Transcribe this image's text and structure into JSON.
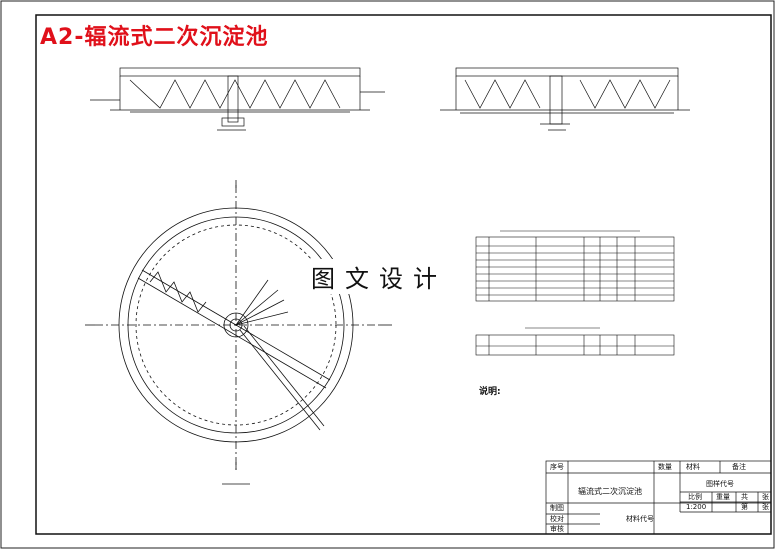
{
  "drawing_title": "A2-辐流式二次沉淀池",
  "watermark": "图文设计",
  "notes_title": "说明:",
  "title_block": {
    "seq_label": "序号",
    "qty_label": "数量",
    "material_label": "材料",
    "remark_label": "备注",
    "drawing_code_label": "图样代号",
    "drawing_name": "辐流式二次沉淀池",
    "scale_label": "比例",
    "weight_label": "重量",
    "sheets_label": "共",
    "sheet_unit": "张",
    "scale_value": "1:200",
    "sheet_no_label": "第",
    "sheet_no_unit": "张",
    "drawn_label": "制图",
    "checked_label": "校对",
    "approved_label": "审核",
    "material_code_label": "材料代号"
  },
  "colors": {
    "title": "#e0101a",
    "line": "#111111"
  }
}
